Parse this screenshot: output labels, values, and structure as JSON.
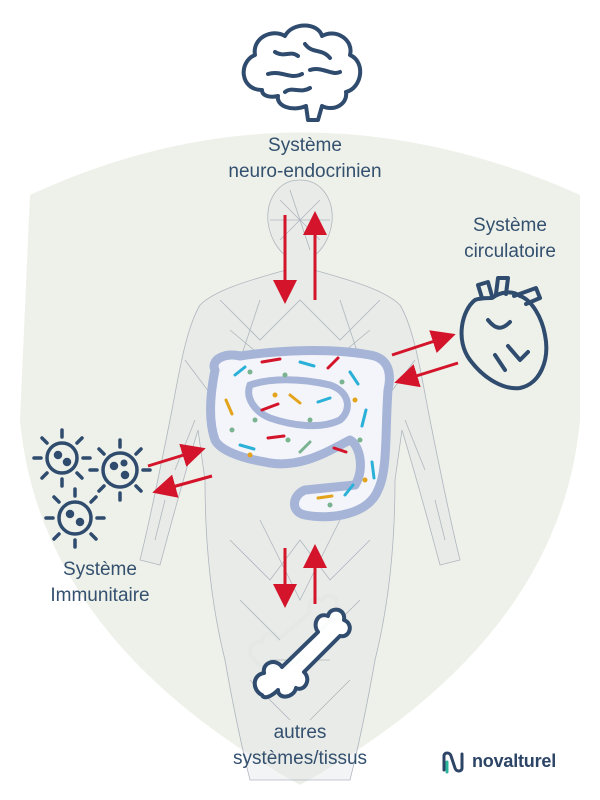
{
  "labels": {
    "neuro": {
      "line1": "Système",
      "line2": "neuro-endocrinien"
    },
    "circulatoire": {
      "line1": "Système",
      "line2": "circulatoire"
    },
    "immunitaire": {
      "line1": "Système",
      "line2": "Immunitaire"
    },
    "autres": {
      "line1": "autres",
      "line2": "systèmes/tissus"
    }
  },
  "logo": {
    "text": "novalturel"
  },
  "colors": {
    "shield": "#eef1e9",
    "body_mesh": "#a9b0bb",
    "icon": "#2f4b6e",
    "arrow": "#d3142a",
    "intestine": "#a6b4d8",
    "logo_accent": "#2bb39b"
  },
  "icons": [
    "brain-icon",
    "heart-icon",
    "virus-icon",
    "bone-icon",
    "intestine-icon",
    "human-body-mesh"
  ]
}
